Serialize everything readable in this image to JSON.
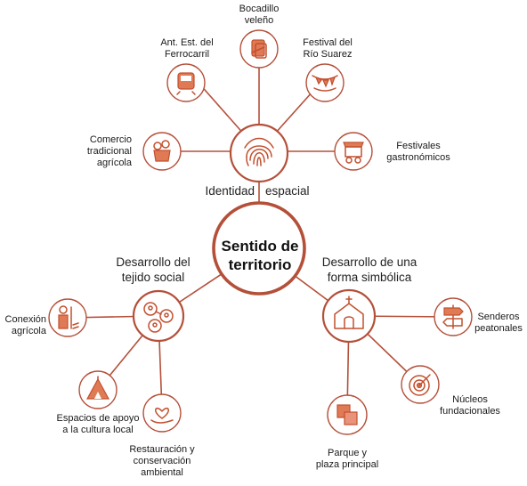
{
  "center": {
    "line1": "Sentido de",
    "line2": "territorio"
  },
  "hubs": {
    "identidad": {
      "word1": "Identidad",
      "word2": "espacial"
    },
    "tejido": {
      "line1": "Desarrollo del",
      "line2": "tejido social"
    },
    "simbolica": {
      "line1": "Desarrollo de una",
      "line2": "forma simbólica"
    }
  },
  "leaves": {
    "bocadillo": {
      "line1": "Bocadillo",
      "line2": "veleño"
    },
    "ferrocarril": {
      "line1": "Ant. Est. del",
      "line2": "Ferrocarril"
    },
    "festival_rio": {
      "line1": "Festival del",
      "line2": "Río Suarez"
    },
    "comercio": {
      "line1": "Comercio",
      "line2": "tradicional",
      "line3": "agrícola"
    },
    "festivales": {
      "line1": "Festivales",
      "line2": "gastronómicos"
    },
    "conexion": {
      "line1": "Conexión",
      "line2": "agrícola"
    },
    "espacios": {
      "line1": "Espacios de apoyo",
      "line2": "a la cultura local"
    },
    "restauracion": {
      "line1": "Restauración y",
      "line2": "conservación",
      "line3": "ambiental"
    },
    "senderos": {
      "line1": "Senderos",
      "line2": "peatonales"
    },
    "nucleos": {
      "line1": "Núcleos",
      "line2": "fundacionales"
    },
    "parque": {
      "line1": "Parque y",
      "line2": "plaza principal"
    }
  },
  "colors": {
    "accent": "#b4503a",
    "icon_fill": "#e07a55"
  },
  "icons": {
    "hub_identidad": "fingerprint-icon",
    "hub_tejido": "social-network-icon",
    "hub_simbolica": "church-icon",
    "bocadillo": "guava-bar-icon",
    "ferrocarril": "train-icon",
    "festival_rio": "bunting-flags-icon",
    "comercio": "produce-basket-icon",
    "festivales": "food-cart-icon",
    "conexion": "farmer-icon",
    "espacios": "tent-icon",
    "restauracion": "hand-heart-icon",
    "senderos": "signpost-icon",
    "nucleos": "target-icon",
    "parque": "squares-icon"
  }
}
